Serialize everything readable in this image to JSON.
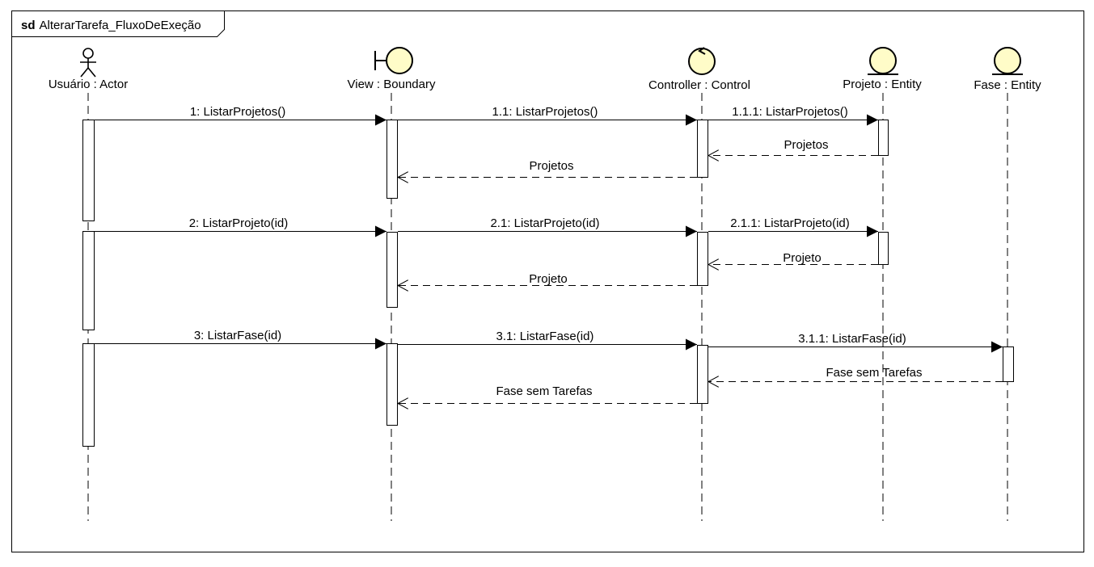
{
  "frame": {
    "keyword": "sd",
    "name": "AlterarTarefa_FluxoDeExeção"
  },
  "colors": {
    "stroke": "#000000",
    "activation_fill": "#ffffff",
    "icon_fill": "#fffcc8",
    "background": "#ffffff"
  },
  "lifelines": [
    {
      "id": "usuario",
      "label": "Usuário : Actor",
      "icon": "actor-icon"
    },
    {
      "id": "view",
      "label": "View : Boundary",
      "icon": "boundary-icon"
    },
    {
      "id": "controller",
      "label": "Controller : Control",
      "icon": "control-icon"
    },
    {
      "id": "projeto",
      "label": "Projeto : Entity",
      "icon": "entity-icon"
    },
    {
      "id": "fase",
      "label": "Fase : Entity",
      "icon": "entity-icon"
    }
  ],
  "messages": [
    {
      "label": "1: ListarProjetos()",
      "from": "usuario",
      "to": "view",
      "kind": "sync"
    },
    {
      "label": "1.1: ListarProjetos()",
      "from": "view",
      "to": "controller",
      "kind": "sync"
    },
    {
      "label": "1.1.1: ListarProjetos()",
      "from": "controller",
      "to": "projeto",
      "kind": "sync"
    },
    {
      "label": "Projetos",
      "from": "projeto",
      "to": "controller",
      "kind": "return"
    },
    {
      "label": "Projetos",
      "from": "controller",
      "to": "view",
      "kind": "return"
    },
    {
      "label": "2: ListarProjeto(id)",
      "from": "usuario",
      "to": "view",
      "kind": "sync"
    },
    {
      "label": "2.1: ListarProjeto(id)",
      "from": "view",
      "to": "controller",
      "kind": "sync"
    },
    {
      "label": "2.1.1: ListarProjeto(id)",
      "from": "controller",
      "to": "projeto",
      "kind": "sync"
    },
    {
      "label": "Projeto",
      "from": "projeto",
      "to": "controller",
      "kind": "return"
    },
    {
      "label": "Projeto",
      "from": "controller",
      "to": "view",
      "kind": "return"
    },
    {
      "label": "3: ListarFase(id)",
      "from": "usuario",
      "to": "view",
      "kind": "sync"
    },
    {
      "label": "3.1: ListarFase(id)",
      "from": "view",
      "to": "controller",
      "kind": "sync"
    },
    {
      "label": "3.1.1: ListarFase(id)",
      "from": "controller",
      "to": "fase",
      "kind": "sync"
    },
    {
      "label": "Fase sem Tarefas",
      "from": "fase",
      "to": "controller",
      "kind": "return"
    },
    {
      "label": "Fase sem Tarefas",
      "from": "controller",
      "to": "view",
      "kind": "return"
    }
  ]
}
